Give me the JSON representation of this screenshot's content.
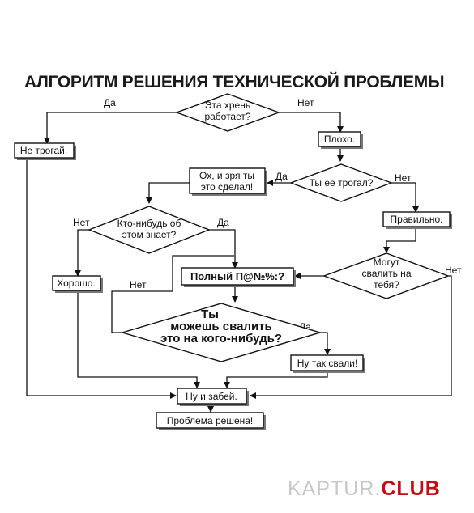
{
  "title": "АЛГОРИТМ РЕШЕНИЯ ТЕХНИЧЕСКОЙ ПРОБЛЕМЫ",
  "nodes": {
    "works": [
      "Эта хрень",
      "работает?"
    ],
    "dont_touch": "Не трогай.",
    "bad": "Плохо.",
    "touched": "Ты ее трогал?",
    "oh_no": [
      "Ох, и зря ты",
      "это сделал!"
    ],
    "correct": "Правильно.",
    "anyone_knows": [
      "Кто-нибудь об",
      "этом знает?"
    ],
    "good": "Хорошо.",
    "full": "Полный П@№%:?",
    "can_blame": [
      "Могут",
      "свалить на",
      "тебя?"
    ],
    "blame_someone": [
      "Ты",
      "можешь свалить",
      "это на кого-нибудь?"
    ],
    "so_blame": "Ну так свали!",
    "forget": "Ну и забей.",
    "solved": "Проблема решена!"
  },
  "edge_labels": {
    "yes": "Да",
    "no": "Нет"
  },
  "watermark": {
    "part1": "KAPTUR.",
    "part2": "CLUB",
    "color": "#c80a12"
  }
}
